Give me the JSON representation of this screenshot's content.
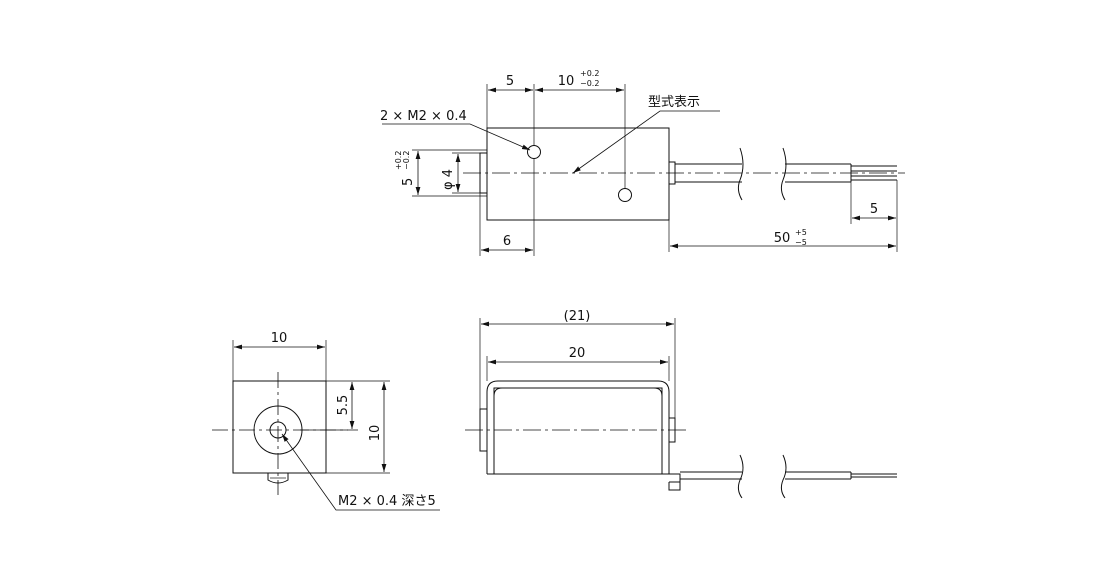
{
  "top_view": {
    "dim_5": "5",
    "dim_10": "10",
    "tol_10_plus": "+0.2",
    "tol_10_minus": "−0.2",
    "model_marking": "型式表示",
    "screw_callout": "2 × M2 × 0.4",
    "dim_5_vertical": "5",
    "tol_5_plus": "+0.2",
    "tol_5_minus": "−0.2",
    "dia_4": "φ 4",
    "dim_6": "6",
    "dim_50": "50",
    "tol_50_plus": "+5",
    "tol_50_minus": "−5",
    "lead_strip": "5"
  },
  "end_view": {
    "width_10": "10",
    "height_10": "10",
    "dim_5_5": "5.5",
    "thread_callout": "M2 × 0.4 深さ5"
  },
  "side_view": {
    "overall_21": "(21)",
    "body_20": "20"
  },
  "colors": {
    "line": "#111111",
    "background": "#ffffff"
  }
}
